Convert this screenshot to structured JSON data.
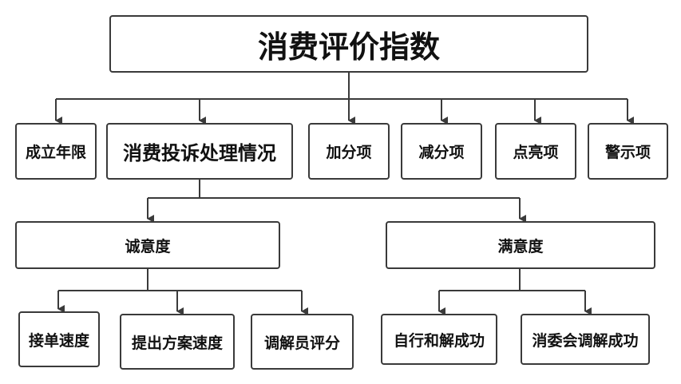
{
  "diagram": {
    "root": {
      "label": "消费评价指数"
    },
    "level1": [
      {
        "label": "成立年限"
      },
      {
        "label": "消费投诉处理情况"
      },
      {
        "label": "加分项"
      },
      {
        "label": "减分项"
      },
      {
        "label": "点亮项"
      },
      {
        "label": "警示项"
      }
    ],
    "level2": [
      {
        "label": "诚意度"
      },
      {
        "label": "满意度"
      }
    ],
    "level3": [
      {
        "label": "接单速度"
      },
      {
        "label": "提出方案速度"
      },
      {
        "label": "调解员评分"
      },
      {
        "label": "自行和解成功"
      },
      {
        "label": "消委会调解成功"
      }
    ]
  }
}
